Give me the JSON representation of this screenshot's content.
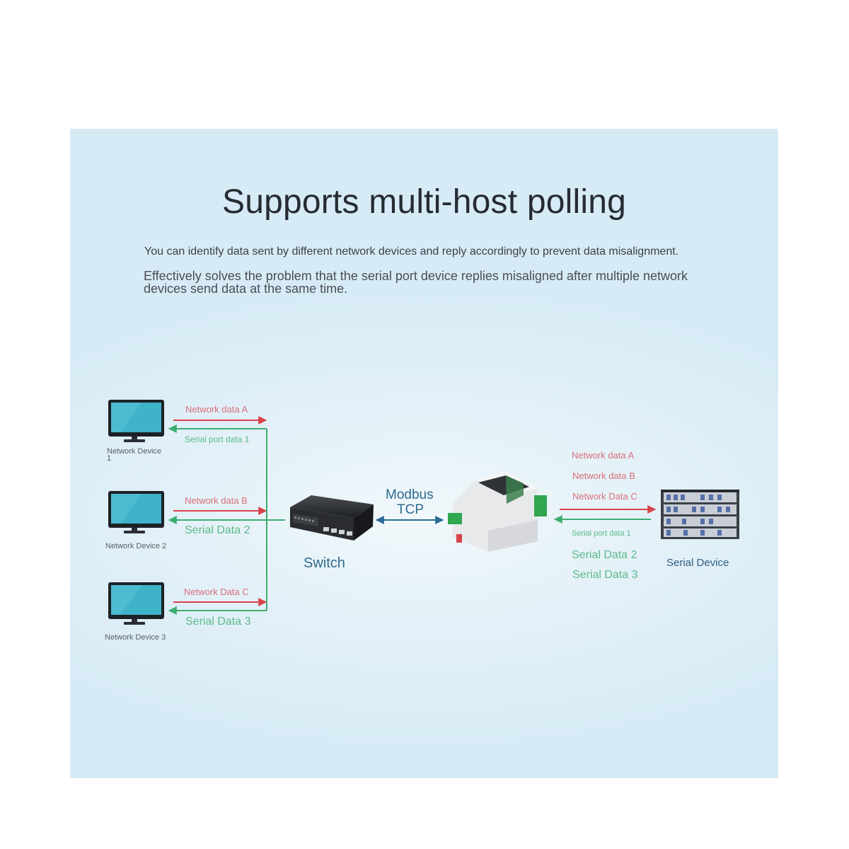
{
  "title": "Supports multi-host polling",
  "description_1": "You can identify data sent by different network devices and reply accordingly to prevent data misalignment.",
  "description_2": "Effectively solves the problem that the serial port device replies misaligned after multiple network devices send data at the same time.",
  "network_devices": [
    {
      "label": "Network Device 1",
      "network_data": "Network data A",
      "serial_data": "Serial port data 1"
    },
    {
      "label": "Network Device 2",
      "network_data": "Network data B",
      "serial_data": "Serial Data 2"
    },
    {
      "label": "Network Device 3",
      "network_data": "Network Data C",
      "serial_data": "Serial Data 3"
    }
  ],
  "switch_label": "Switch",
  "protocol_label_1": "Modbus",
  "protocol_label_2": "TCP",
  "serial_side": {
    "network_data": [
      "Network data A",
      "Network data B",
      "Network Data C"
    ],
    "serial_data": [
      "Serial port data 1",
      "Serial Data 2",
      "Serial Data 3"
    ]
  },
  "serial_device_label": "Serial Device",
  "colors": {
    "network_arrow": "#d9434c",
    "serial_arrow": "#3dae72",
    "protocol_arrow": "#2d6b96",
    "monitor_screen": "#3fb3c9"
  },
  "icons": [
    "monitor-icon",
    "switch-icon",
    "converter-icon",
    "server-rack-icon"
  ]
}
